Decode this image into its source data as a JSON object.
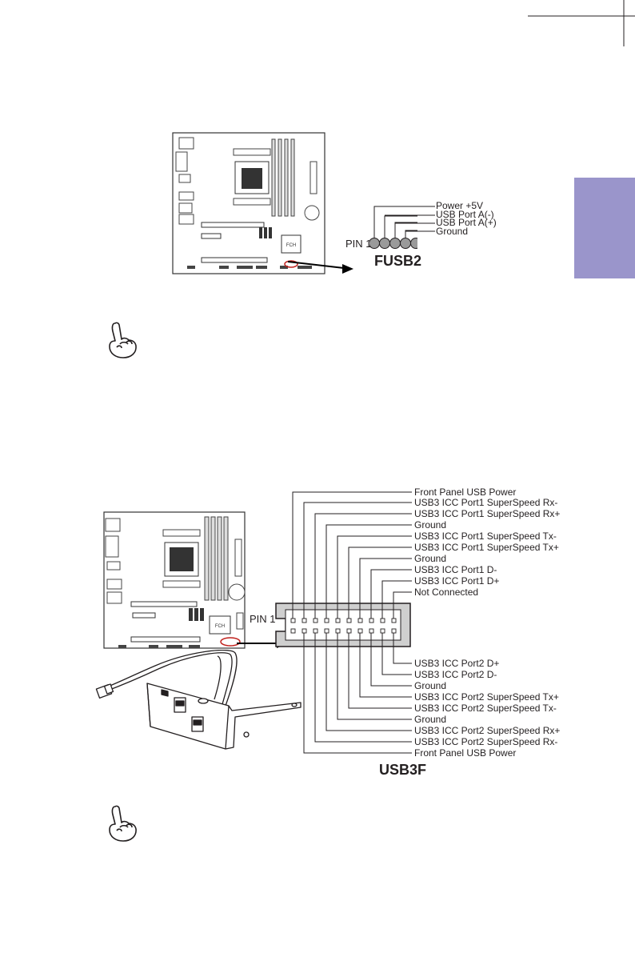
{
  "fusb2": {
    "title": "FUSB2",
    "pin1_label": "PIN 1",
    "signals": [
      "Power +5V",
      "USB Port A(-)",
      "USB Port A(+)",
      "Ground"
    ]
  },
  "usb3f": {
    "title": "USB3F",
    "pin1_label": "PIN 1",
    "top_signals": [
      "Front Panel USB Power",
      "USB3 ICC Port1 SuperSpeed Rx-",
      "USB3 ICC Port1 SuperSpeed Rx+",
      "Ground",
      "USB3 ICC Port1 SuperSpeed Tx-",
      "USB3 ICC Port1 SuperSpeed Tx+",
      "Ground",
      "USB3 ICC Port1 D-",
      "USB3 ICC Port1 D+",
      "Not Connected"
    ],
    "bottom_signals": [
      "USB3 ICC Port2 D+",
      "USB3 ICC Port2 D-",
      "Ground",
      "USB3 ICC Port2 SuperSpeed Tx+",
      "USB3 ICC Port2 SuperSpeed Tx-",
      "Ground",
      "USB3 ICC Port2 SuperSpeed Rx+",
      "USB3 ICC Port2 SuperSpeed Rx-",
      "Front Panel USB Power"
    ]
  },
  "board": {
    "chip_label": "FCH"
  }
}
